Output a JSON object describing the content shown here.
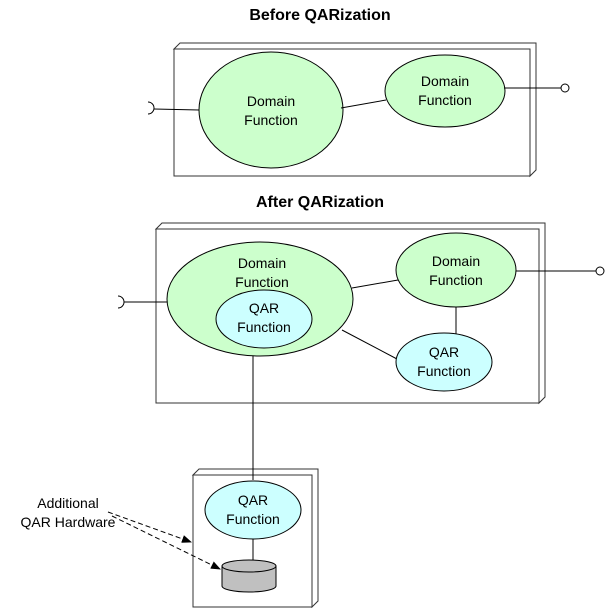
{
  "colors": {
    "domain_fill": "#ccffcc",
    "qar_fill": "#ccffff",
    "storage_fill": "#c0c0c0",
    "stroke": "#000000"
  },
  "before": {
    "title": "Before QARization",
    "domain1": [
      "Domain",
      "Function"
    ],
    "domain2": [
      "Domain",
      "Function"
    ]
  },
  "after": {
    "title": "After QARization",
    "domain1": [
      "Domain",
      "Function"
    ],
    "qar_inner": [
      "QAR",
      "Function"
    ],
    "domain2": [
      "Domain",
      "Function"
    ],
    "qar2": [
      "QAR",
      "Function"
    ]
  },
  "hardware": {
    "qar": [
      "QAR",
      "Function"
    ],
    "annotation": [
      "Additional",
      "QAR Hardware"
    ],
    "storage_icon": "database-cylinder-icon"
  }
}
